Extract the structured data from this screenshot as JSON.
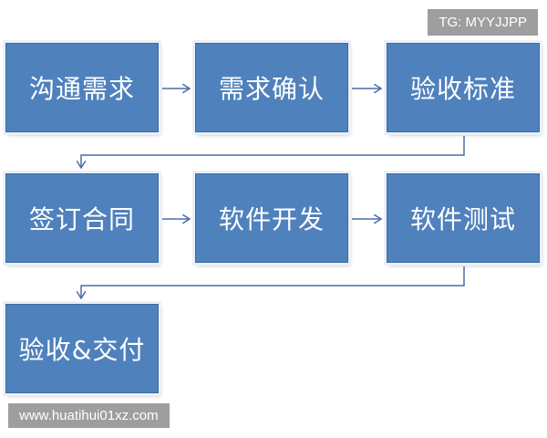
{
  "steps": [
    {
      "label": "沟通需求"
    },
    {
      "label": "需求确认"
    },
    {
      "label": "验收标准"
    },
    {
      "label": "签订合同"
    },
    {
      "label": "软件开发"
    },
    {
      "label": "软件测试"
    },
    {
      "label": "验收&交付"
    }
  ],
  "watermarks": {
    "tg": "TG: MYYJJPP",
    "url": "www.huatihui01xz.com"
  },
  "colors": {
    "box_fill": "#4f81bd",
    "box_border": "#3f6a9c",
    "arrow": "#4a6fa5",
    "text": "#ffffff",
    "watermark_bg": "#9e9e9e"
  }
}
